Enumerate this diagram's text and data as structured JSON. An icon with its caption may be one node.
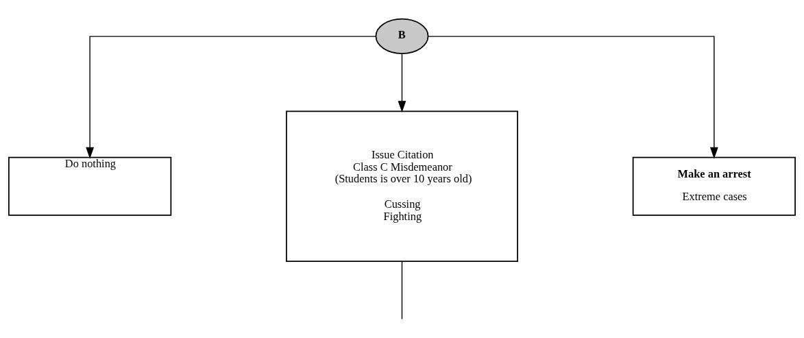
{
  "diagram": {
    "nodes": [
      {
        "text": [
          "B"
        ]
      },
      {
        "text": [
          "Do nothing"
        ]
      },
      {
        "text": [
          "Issue Citation",
          "Class C Misdemeanor",
          "(Students is over 10 years old)",
          "Cussing",
          "Fighting"
        ]
      },
      {
        "text": [
          "Make an arrest",
          "Extreme cases"
        ]
      }
    ],
    "edges": [
      {
        "from": 0,
        "to": 1,
        "arrow": "to"
      },
      {
        "from": 0,
        "to": 2,
        "arrow": "to"
      },
      {
        "from": 0,
        "to": 3,
        "arrow": "to"
      },
      {
        "from": 2,
        "to": null,
        "arrow": "none"
      }
    ]
  }
}
